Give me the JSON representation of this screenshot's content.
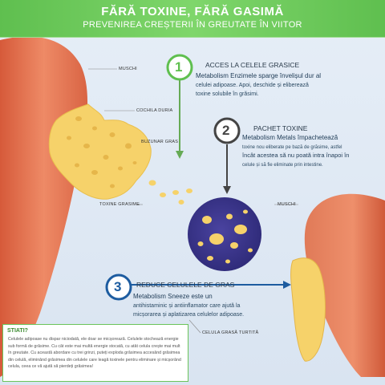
{
  "header": {
    "title": "FĂRĂ TOXINE, FĂRĂ GASIMĂ",
    "subtitle": "PREVENIREA CREȘTERII ÎN GREUTATE ÎN VIITOR"
  },
  "labels": {
    "muschi_left": "MUSCHI",
    "cochila": "COCHILA DURIA",
    "buzunar": "BUZUNAR GRAS",
    "toxine": "TOXINE GRASIME",
    "muschi_right": "MUSCHI",
    "celula": "CELULA GRASĂ TURTITĂ"
  },
  "steps": [
    {
      "number": "1",
      "title": "ACCES LA CELELE GRASICE",
      "line1": "Metabolism Enzimele sparge învelișul dur al",
      "line2": "celulei adipoase. Apoi, deschide și eliberează",
      "line3": "toxine solubile în grăsimi."
    },
    {
      "number": "2",
      "title": "PACHET TOXINE",
      "line1": "Metabolism Metals împachetează",
      "line2": "toxine nou eliberate pe bază de grăsime, astfel",
      "line3": "încât acestea să nu poată intra înapoi în",
      "line4": "celule și să fie eliminate prin intestine."
    },
    {
      "number": "3",
      "title": "REDUCE CELULELE DE GRAS",
      "line1": "Metabolism Sneeze este un",
      "line2": "antihistaminic și antiinflamator care ajută la",
      "line3": "micșorarea și aplatizarea celulelor adipoase."
    }
  ],
  "info": {
    "heading": "STIATI?",
    "text": "Celulele adipoase nu dispar niciodată, ele doar se micșorează. Celulele stochează energie sub formă de grăsime. Cu cât este mai multă energie stocată, cu atât celula crește mai mult în greutate. Cu această abordare cu trei grinzi, puteți exploda grăsimea accesând grăsimea din celulă, eliminând grăsimea din celulele care leagă toxinele pentru eliminare și micșorând celula, ceea ce vă ajută să pierdeți grăsimea!"
  },
  "colors": {
    "green": "#5fbf4f",
    "muscle": "#e0714f",
    "fat": "#f7d36b",
    "toxin_ball": "#3f3a8f",
    "step3": "#1d5ca0"
  }
}
